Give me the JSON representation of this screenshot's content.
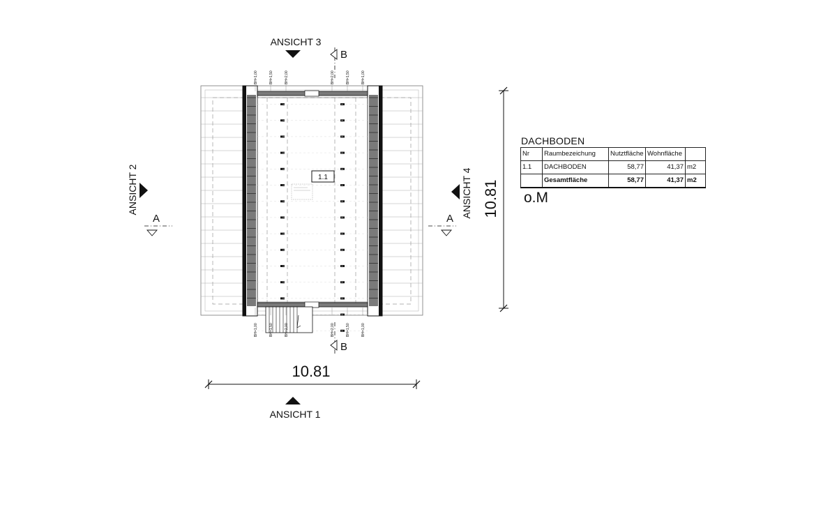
{
  "drawing": {
    "views": {
      "ansicht_1": "ANSICHT 1",
      "ansicht_2": "ANSICHT 2",
      "ansicht_3": "ANSICHT 3",
      "ansicht_4": "ANSICHT 4"
    },
    "sections": {
      "a": "A",
      "b": "B"
    },
    "dimensions": {
      "width": "10.81",
      "depth": "10.81"
    },
    "room_tag": "1.1",
    "window_labels": {
      "top": [
        "BH=1,00",
        "BH=1,50",
        "BH=2,00",
        "BH=2,00",
        "BH=1,50",
        "BH=1,00"
      ],
      "bottom": [
        "BH=1,00",
        "BH=1,50",
        "BH=2,00",
        "BH=2,00",
        "BH=1,50",
        "BH=1,00"
      ]
    },
    "colors": {
      "line": "#111111",
      "wall_fill": "#7a7a7a",
      "dashed": "#999999"
    }
  },
  "area_table": {
    "title": "DACHBODEN",
    "headers": [
      "Nr",
      "Raumbezeichung",
      "Nutztfläche",
      "Wohnfläche",
      ""
    ],
    "rows": [
      {
        "nr": "1.1",
        "name": "DACHBODEN",
        "nutzflaeche": "58,77",
        "wohnflaeche": "41,37",
        "unit": "m2"
      }
    ],
    "total": {
      "nr": "",
      "label": "Gesamtfläche",
      "nutzflaeche": "58,77",
      "wohnflaeche": "41,37",
      "unit": "m2"
    }
  },
  "note": "o.M"
}
